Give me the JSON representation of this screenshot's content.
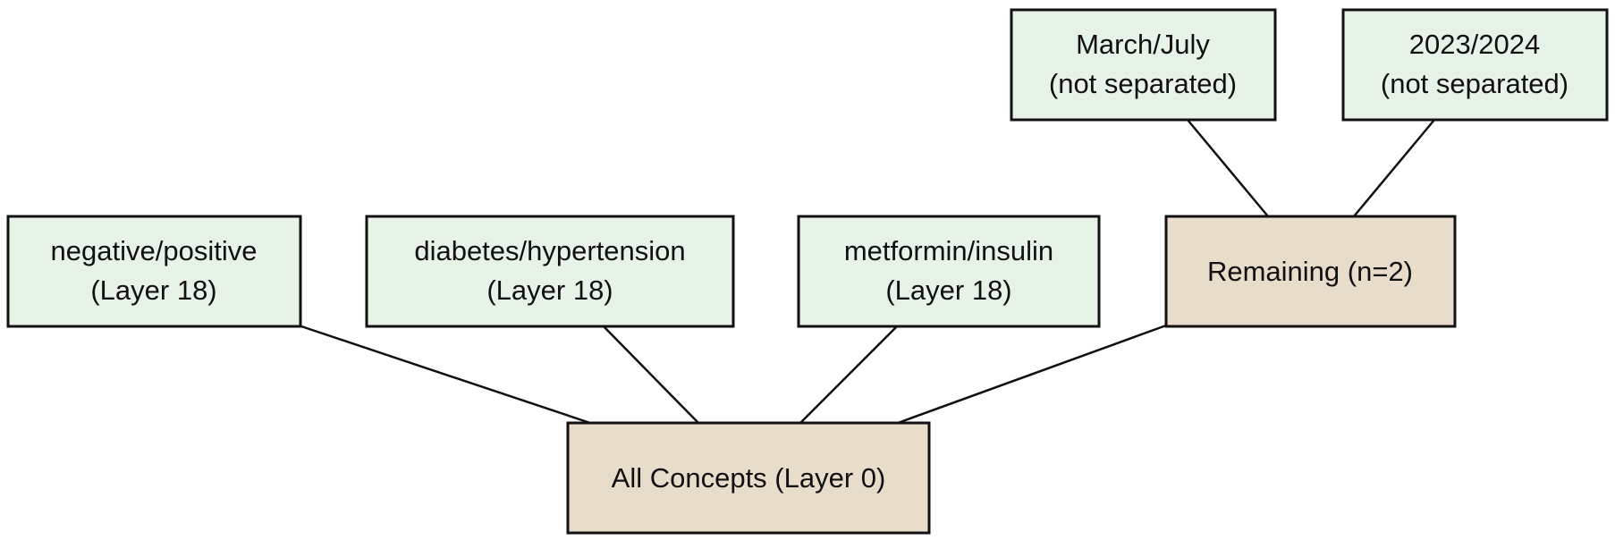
{
  "colors": {
    "leaf_fill": "#e8f3e8",
    "hub_fill": "#e8dccb",
    "stroke": "#111111"
  },
  "nodes": {
    "root": {
      "line1": "All Concepts (Layer 0)"
    },
    "neg_pos": {
      "line1": "negative/positive",
      "line2": "(Layer 18)"
    },
    "diab_hyp": {
      "line1": "diabetes/hypertension",
      "line2": "(Layer 18)"
    },
    "met_ins": {
      "line1": "metformin/insulin",
      "line2": "(Layer 18)"
    },
    "remaining": {
      "line1": "Remaining (n=2)"
    },
    "march_july": {
      "line1": "March/July",
      "line2": "(not separated)"
    },
    "years": {
      "line1": "2023/2024",
      "line2": "(not separated)"
    }
  },
  "edges": [
    {
      "from": "root",
      "to": "neg_pos"
    },
    {
      "from": "root",
      "to": "diab_hyp"
    },
    {
      "from": "root",
      "to": "met_ins"
    },
    {
      "from": "root",
      "to": "remaining"
    },
    {
      "from": "remaining",
      "to": "march_july"
    },
    {
      "from": "remaining",
      "to": "years"
    }
  ]
}
